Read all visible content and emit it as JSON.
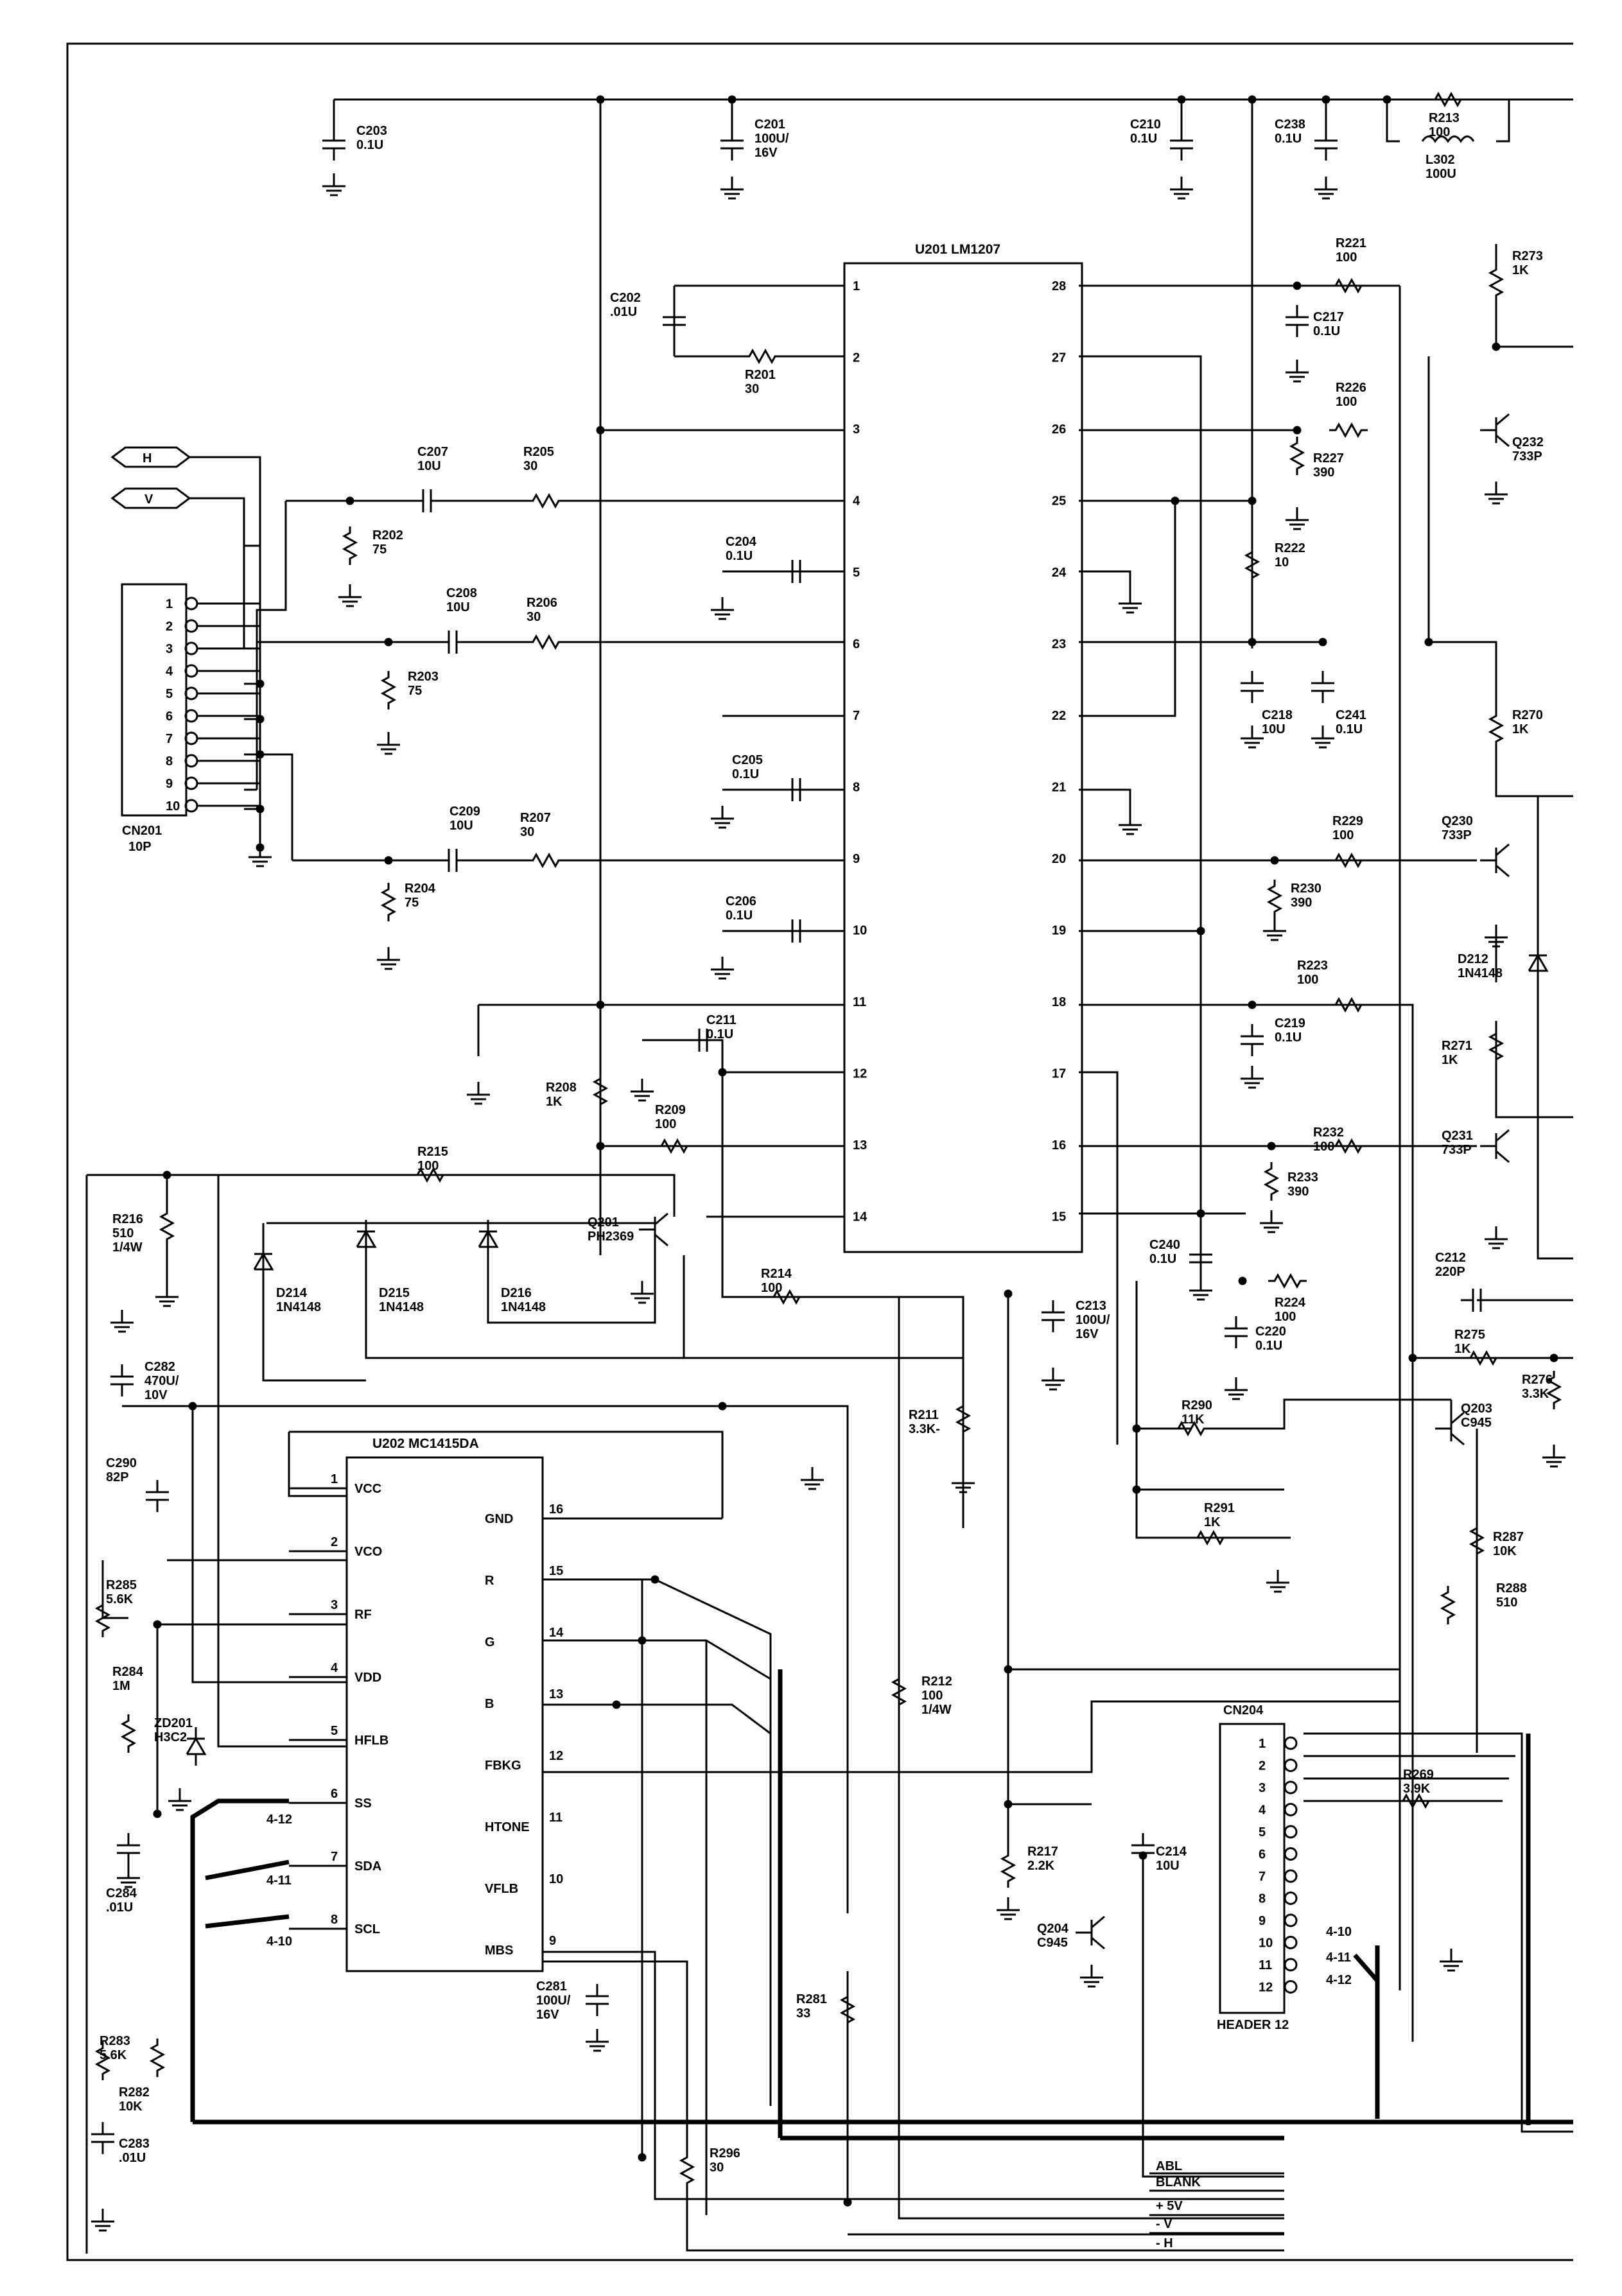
{
  "ic_u201": {
    "title": "U201  LM1207",
    "pins_left": [
      "1",
      "2",
      "3",
      "4",
      "5",
      "6",
      "7",
      "8",
      "9",
      "10",
      "11",
      "12",
      "13",
      "14"
    ],
    "pins_right": [
      "28",
      "27",
      "26",
      "25",
      "24",
      "23",
      "22",
      "21",
      "20",
      "19",
      "18",
      "17",
      "16",
      "15"
    ]
  },
  "ic_u202": {
    "title": "U202 MC1415DA",
    "left_pins": [
      {
        "num": "1",
        "name": "VCC"
      },
      {
        "num": "2",
        "name": "VCO"
      },
      {
        "num": "3",
        "name": "RF"
      },
      {
        "num": "4",
        "name": "VDD"
      },
      {
        "num": "5",
        "name": "HFLB"
      },
      {
        "num": "6",
        "name": "SS"
      },
      {
        "num": "7",
        "name": "SDA"
      },
      {
        "num": "8",
        "name": "SCL"
      }
    ],
    "right_pins": [
      {
        "num": "16",
        "name": "GND"
      },
      {
        "num": "15",
        "name": "R"
      },
      {
        "num": "14",
        "name": "G"
      },
      {
        "num": "13",
        "name": "B"
      },
      {
        "num": "12",
        "name": "FBKG"
      },
      {
        "num": "11",
        "name": "HTONE"
      },
      {
        "num": "10",
        "name": "VFLB"
      },
      {
        "num": "9",
        "name": "MBS"
      }
    ]
  },
  "cn201": {
    "ref": "CN201",
    "value": "10P",
    "pins": [
      "1",
      "2",
      "3",
      "4",
      "5",
      "6",
      "7",
      "8",
      "9",
      "10"
    ]
  },
  "cn204": {
    "ref": "CN204",
    "value": "HEADER 12",
    "pins": [
      "1",
      "2",
      "3",
      "4",
      "5",
      "6",
      "7",
      "8",
      "9",
      "10",
      "11",
      "12"
    ]
  },
  "ports": {
    "h": "H",
    "v": "V"
  },
  "bus_labels": [
    "4-12",
    "4-11",
    "4-10"
  ],
  "header_bus_labels": [
    "4-10",
    "4-11",
    "4-12"
  ],
  "output_signals": [
    "ABL",
    "BLANK",
    "+ 5V",
    "- V",
    "- H"
  ],
  "components": [
    {
      "id": "c203",
      "ref": "C203",
      "value": "0.1U"
    },
    {
      "id": "c201",
      "ref": "C201",
      "value": "100U/\n16V"
    },
    {
      "id": "c210",
      "ref": "C210",
      "value": "0.1U"
    },
    {
      "id": "c238",
      "ref": "C238",
      "value": "0.1U"
    },
    {
      "id": "r213",
      "ref": "R213",
      "value": "100"
    },
    {
      "id": "l302",
      "ref": "L302",
      "value": "100U"
    },
    {
      "id": "c202",
      "ref": "C202",
      "value": ".01U"
    },
    {
      "id": "r201",
      "ref": "R201",
      "value": "30"
    },
    {
      "id": "r221",
      "ref": "R221",
      "value": "100"
    },
    {
      "id": "c217",
      "ref": "C217",
      "value": "0.1U"
    },
    {
      "id": "r273",
      "ref": "R273",
      "value": "1K"
    },
    {
      "id": "r226",
      "ref": "R226",
      "value": "100"
    },
    {
      "id": "r227",
      "ref": "R227",
      "value": "390"
    },
    {
      "id": "q232",
      "ref": "Q232",
      "value": "733P"
    },
    {
      "id": "c207",
      "ref": "C207",
      "value": "10U"
    },
    {
      "id": "r205",
      "ref": "R205",
      "value": "30"
    },
    {
      "id": "r202",
      "ref": "R202",
      "value": "75"
    },
    {
      "id": "c204",
      "ref": "C204",
      "value": "0.1U"
    },
    {
      "id": "r222",
      "ref": "R222",
      "value": "10"
    },
    {
      "id": "c208",
      "ref": "C208",
      "value": "10U"
    },
    {
      "id": "r206",
      "ref": "R206",
      "value": "30"
    },
    {
      "id": "r203",
      "ref": "R203",
      "value": "75"
    },
    {
      "id": "c218",
      "ref": "C218",
      "value": "10U"
    },
    {
      "id": "c241",
      "ref": "C241",
      "value": "0.1U"
    },
    {
      "id": "r270",
      "ref": "R270",
      "value": "1K"
    },
    {
      "id": "c205",
      "ref": "C205",
      "value": "0.1U"
    },
    {
      "id": "q230",
      "ref": "Q230",
      "value": "733P"
    },
    {
      "id": "c209",
      "ref": "C209",
      "value": "10U"
    },
    {
      "id": "r207",
      "ref": "R207",
      "value": "30"
    },
    {
      "id": "r229",
      "ref": "R229",
      "value": "100"
    },
    {
      "id": "r204",
      "ref": "R204",
      "value": "75"
    },
    {
      "id": "r230",
      "ref": "R230",
      "value": "390"
    },
    {
      "id": "c206",
      "ref": "C206",
      "value": "0.1U"
    },
    {
      "id": "d212",
      "ref": "D212",
      "value": "1N4148"
    },
    {
      "id": "r223",
      "ref": "R223",
      "value": "100"
    },
    {
      "id": "c211",
      "ref": "C211",
      "value": "0.1U"
    },
    {
      "id": "c219",
      "ref": "C219",
      "value": "0.1U"
    },
    {
      "id": "r271",
      "ref": "R271",
      "value": "1K"
    },
    {
      "id": "r208",
      "ref": "R208",
      "value": "1K"
    },
    {
      "id": "r209",
      "ref": "R209",
      "value": "100"
    },
    {
      "id": "r215",
      "ref": "R215",
      "value": "100"
    },
    {
      "id": "r232",
      "ref": "R232",
      "value": "100"
    },
    {
      "id": "q231",
      "ref": "Q231",
      "value": "733P"
    },
    {
      "id": "r233",
      "ref": "R233",
      "value": "390"
    },
    {
      "id": "r216",
      "ref": "R216",
      "value": "510\n1/4W"
    },
    {
      "id": "q201",
      "ref": "Q201",
      "value": "PH2369"
    },
    {
      "id": "c240",
      "ref": "C240",
      "value": "0.1U"
    },
    {
      "id": "r214",
      "ref": "R214",
      "value": "100"
    },
    {
      "id": "c212",
      "ref": "C212",
      "value": "220P"
    },
    {
      "id": "r224",
      "ref": "R224",
      "value": "100"
    },
    {
      "id": "d214",
      "ref": "D214",
      "value": "1N4148"
    },
    {
      "id": "d215",
      "ref": "D215",
      "value": "1N4148"
    },
    {
      "id": "d216",
      "ref": "D216",
      "value": "1N4148"
    },
    {
      "id": "c213",
      "ref": "C213",
      "value": "100U/\n16V"
    },
    {
      "id": "r275",
      "ref": "R275",
      "value": "1K"
    },
    {
      "id": "r276",
      "ref": "R276",
      "value": "3.3K"
    },
    {
      "id": "c220",
      "ref": "C220",
      "value": "0.1U"
    },
    {
      "id": "c282",
      "ref": "C282",
      "value": "470U/\n10V"
    },
    {
      "id": "r211",
      "ref": "R211",
      "value": "3.3K-"
    },
    {
      "id": "r290",
      "ref": "R290",
      "value": "11K"
    },
    {
      "id": "q203",
      "ref": "Q203",
      "value": "C945"
    },
    {
      "id": "c290",
      "ref": "C290",
      "value": "82P"
    },
    {
      "id": "r291",
      "ref": "R291",
      "value": "1K"
    },
    {
      "id": "r287",
      "ref": "R287",
      "value": "10K"
    },
    {
      "id": "r285",
      "ref": "R285",
      "value": "5.6K"
    },
    {
      "id": "r288",
      "ref": "R288",
      "value": "510"
    },
    {
      "id": "r284",
      "ref": "R284",
      "value": "1M"
    },
    {
      "id": "r212",
      "ref": "R212",
      "value": "100\n1/4W"
    },
    {
      "id": "zd201",
      "ref": "ZD201",
      "value": "H3C2"
    },
    {
      "id": "r217",
      "ref": "R217",
      "value": "2.2K"
    },
    {
      "id": "c214",
      "ref": "C214",
      "value": "10U"
    },
    {
      "id": "r269",
      "ref": "R269",
      "value": "3.9K"
    },
    {
      "id": "c284",
      "ref": "C284",
      "value": ".01U"
    },
    {
      "id": "q204",
      "ref": "Q204",
      "value": "C945"
    },
    {
      "id": "c281",
      "ref": "C281",
      "value": "100U/\n16V"
    },
    {
      "id": "r281",
      "ref": "R281",
      "value": "33"
    },
    {
      "id": "r283",
      "ref": "R283",
      "value": "5.6K"
    },
    {
      "id": "r282",
      "ref": "R282",
      "value": "10K"
    },
    {
      "id": "c283",
      "ref": "C283",
      "value": ".01U"
    },
    {
      "id": "r296",
      "ref": "R296",
      "value": "30"
    }
  ]
}
